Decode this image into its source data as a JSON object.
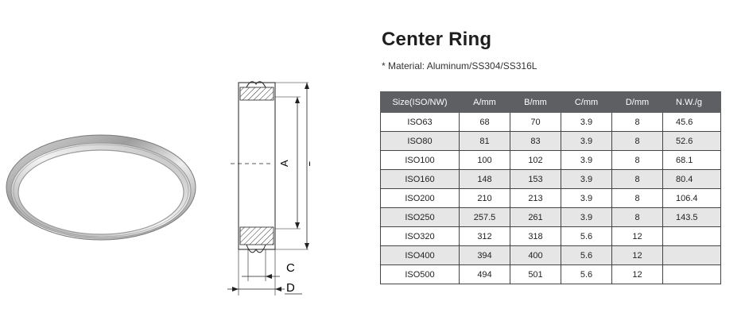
{
  "header": {
    "title": "Center Ring",
    "material": "* Material: Aluminum/SS304/SS316L"
  },
  "drawing": {
    "labels": {
      "a": "A",
      "b": "B",
      "c": "C",
      "d": "D"
    }
  },
  "table": {
    "columns": [
      "Size(ISO/NW)",
      "A/mm",
      "B/mm",
      "C/mm",
      "D/mm",
      "N.W./g"
    ],
    "rows": [
      [
        "ISO63",
        "68",
        "70",
        "3.9",
        "8",
        "45.6"
      ],
      [
        "ISO80",
        "81",
        "83",
        "3.9",
        "8",
        "52.6"
      ],
      [
        "ISO100",
        "100",
        "102",
        "3.9",
        "8",
        "68.1"
      ],
      [
        "ISO160",
        "148",
        "153",
        "3.9",
        "8",
        "80.4"
      ],
      [
        "ISO200",
        "210",
        "213",
        "3.9",
        "8",
        "106.4"
      ],
      [
        "ISO250",
        "257.5",
        "261",
        "3.9",
        "8",
        "143.5"
      ],
      [
        "ISO320",
        "312",
        "318",
        "5.6",
        "12",
        ""
      ],
      [
        "ISO400",
        "394",
        "400",
        "5.6",
        "12",
        ""
      ],
      [
        "ISO500",
        "494",
        "501",
        "5.6",
        "12",
        ""
      ]
    ]
  }
}
